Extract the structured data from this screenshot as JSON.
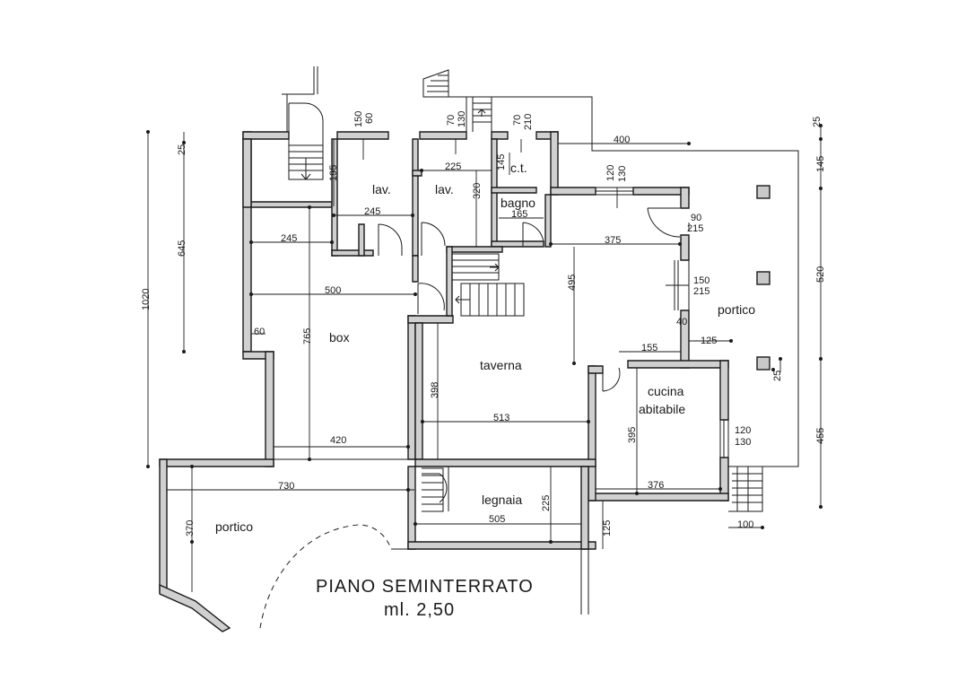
{
  "title": {
    "line1": "PIANO SEMINTERRATO",
    "line2": "ml. 2,50"
  },
  "rooms": {
    "lav1": "lav.",
    "lav2": "lav.",
    "ct": "c.t.",
    "bagno": "bagno",
    "box": "box",
    "taverna": "taverna",
    "cucina1": "cucina",
    "cucina2": "abitabile",
    "legnaia": "legnaia",
    "portico_east": "portico",
    "portico_south": "portico"
  },
  "dimensions": {
    "d150": "150",
    "d60": "60",
    "d70a": "70",
    "d130a": "130",
    "d70b": "70",
    "d210a": "210",
    "d400": "400",
    "d25a": "25",
    "d145a": "145",
    "d520": "520",
    "d455": "455",
    "d25b": "25",
    "d1020": "1020",
    "d645": "645",
    "d195": "195",
    "d225a": "225",
    "d145b": "145",
    "d320": "320",
    "d245a": "245",
    "d245b": "245",
    "d165": "165",
    "d120a": "120",
    "d130b": "130",
    "d90": "90",
    "d215a": "215",
    "d375": "375",
    "d150b": "150",
    "d215b": "215",
    "d40": "40",
    "d500": "500",
    "d495": "495",
    "d765": "765",
    "d60b": "60",
    "d155": "155",
    "d125a": "125",
    "d398": "398",
    "d513": "513",
    "d395": "395",
    "d120b": "120",
    "d130c": "130",
    "d420": "420",
    "d730": "730",
    "d376": "376",
    "d225b": "225",
    "d505": "505",
    "d370": "370",
    "d125b": "125",
    "d100": "100"
  }
}
